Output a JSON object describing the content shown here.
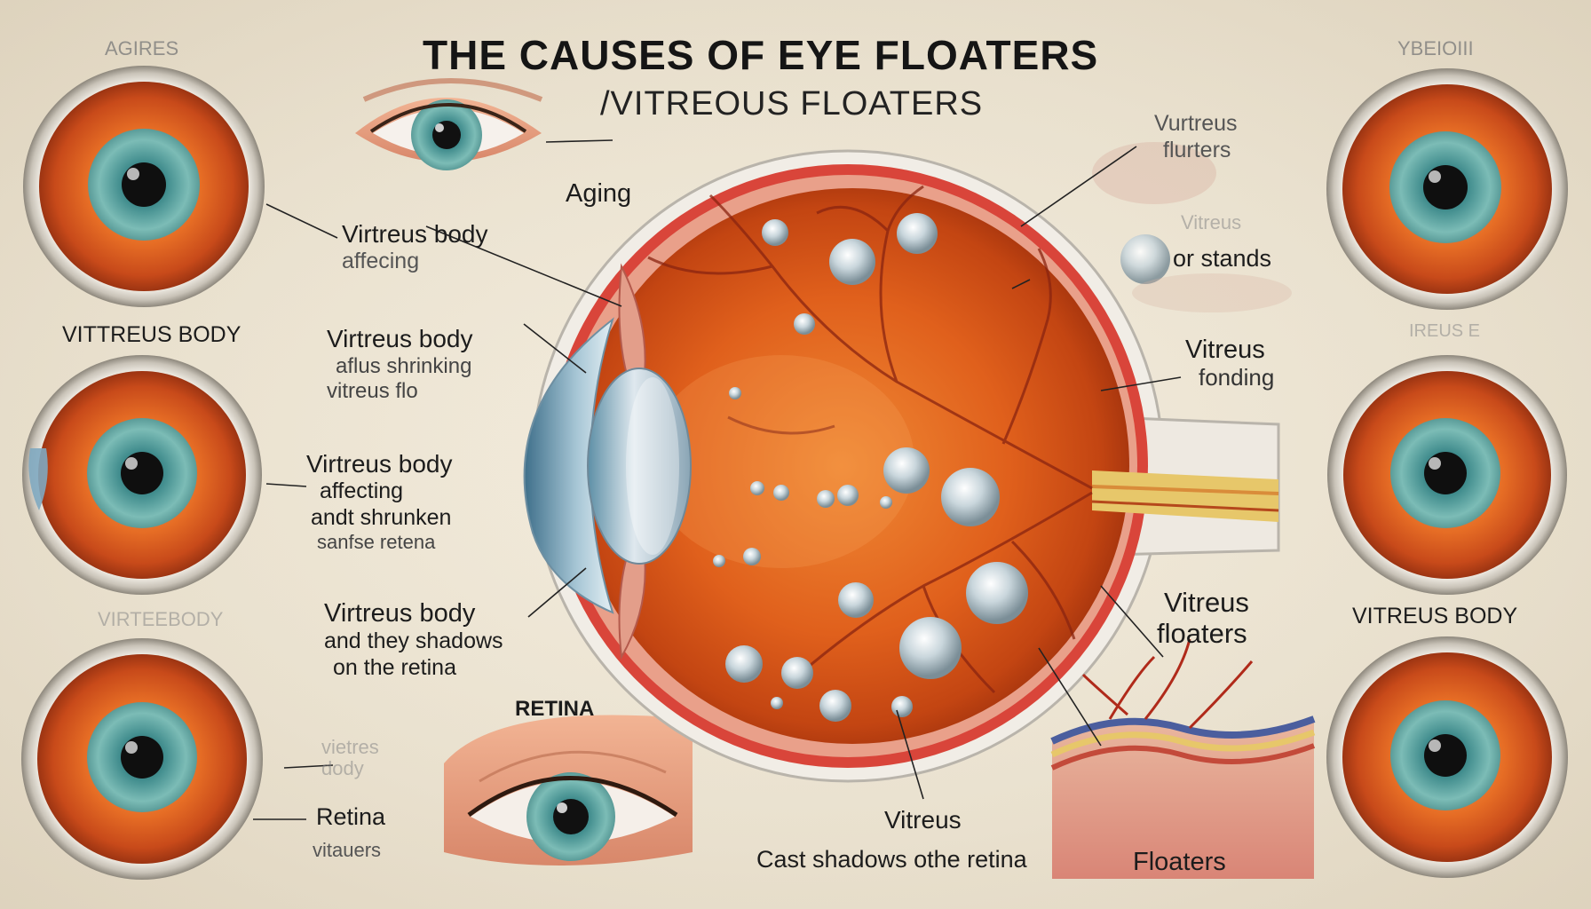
{
  "header": {
    "title": "THE CAUSES OF EYE FLOATERS",
    "subtitle": "/VITREOUS FLOATERS"
  },
  "corner_labels": {
    "top_left": "AGIRES",
    "top_right": "YBEIOIII",
    "left_mid": "VITTREUS BODY",
    "left_lower": "VIRTEEBODY",
    "right_mid": "VITREUS BODY",
    "right_faded": "IREUS E"
  },
  "center_labels": {
    "aging": "Aging",
    "vb1": [
      "Virtreus body",
      "affecing"
    ],
    "vb2": [
      "Virtreus body",
      "aflus shrinking",
      "vitreus flo"
    ],
    "vb3": [
      "Virtreus body",
      "affecting",
      "andt shrunken",
      "sanfse retena"
    ],
    "vb4": [
      "Virtreus body",
      "and they shadows",
      "on the retina"
    ],
    "retina_caps": "RETINA",
    "vb5": [
      "vietres",
      "dody"
    ],
    "retina": "Retina",
    "vitauers": "vitauers",
    "bottom_vitreus": "Vitreus",
    "cast": "Cast shadows othe retina",
    "floaters_bottom": "Floaters"
  },
  "right_labels": {
    "vf1": [
      "Vurtreus",
      "flurters"
    ],
    "vitreus_faded": "Vitreus",
    "or_stands": "or stands",
    "vitreus_fonding": [
      "Vitreus",
      "fonding"
    ],
    "vitreus_floaters": [
      "Vitreus",
      "floaters"
    ]
  },
  "colors": {
    "iris_orange": "#e8702a",
    "iris_teal": "#4e9a9a",
    "pupil": "#111111",
    "sclera_rim": "#d9d4cc",
    "interior": "#e5651f"
  },
  "icons": [
    "eye-circle-icon",
    "eye-closeup-icon",
    "floater-particle-icon",
    "lens-icon",
    "optic-nerve-icon",
    "retina-layer-icon"
  ]
}
